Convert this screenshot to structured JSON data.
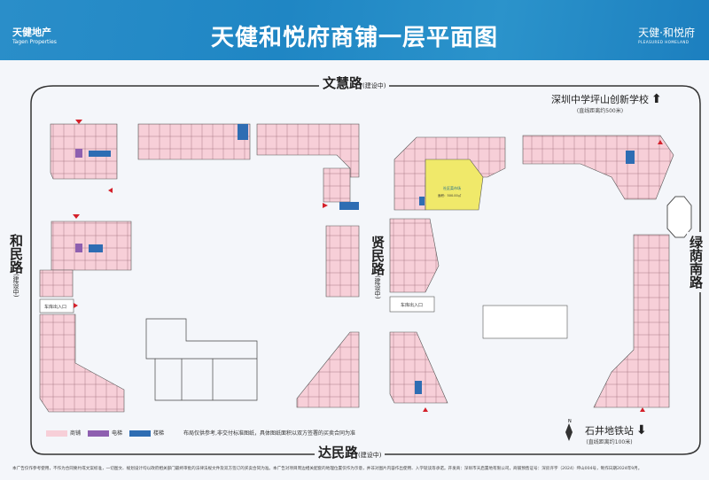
{
  "header": {
    "title": "天健和悦府商铺一层平面图",
    "logo_left": "天健地产",
    "logo_left_en": "Tagen Properties",
    "logo_right": "天健·和悦府",
    "logo_right_en": "PLEASURED HOMELAND"
  },
  "roads": {
    "north": "文慧路",
    "north_note": "(建设中)",
    "west": "和民路",
    "west_note": "(建设中)",
    "middle": "贤民路",
    "middle_note": "(建设中)",
    "east": "绿荫南路",
    "south": "达民路",
    "south_note": "(建设中)"
  },
  "landmarks": {
    "school": "深圳中学坪山创新学校",
    "school_note": "(直线距离约500米)",
    "metro": "石井地铁站",
    "metro_note": "(直线距离约100米)",
    "arrow_up": "⬆",
    "arrow_down": "⬇"
  },
  "plan": {
    "market_label": "社区菜市场",
    "market_area": "面积：500.00㎡",
    "parking_entry_left": "车库出入口",
    "parking_entry_right": "车库出入口",
    "compass": "N"
  },
  "legend": {
    "items": [
      {
        "label": "商铺",
        "color": "#f7cfd8"
      },
      {
        "label": "电梯",
        "color": "#8e5fb0"
      },
      {
        "label": "楼梯",
        "color": "#2e6db3"
      }
    ],
    "note": "布局仅供参考,非交付标准图纸，具体图纸面积以双方签署的买卖合同为准"
  },
  "colors": {
    "shop": "#f7cfd8",
    "elevator": "#8e5fb0",
    "stair": "#2e6db3",
    "market": "#f0e96a",
    "header": "#2389c6"
  },
  "footer": "本广告仅作参考使用，不作为合同要约或文案标准，一切图文、规划设计均以政府相关部门最终审批的法律法规文件及双方签订的买卖合同为准。本广告对项目周边相关配套的地理位置仅作为示意，并非对图片内容作出使用、入学就读等承诺。开发商：深圳市天启置地有限公司，商铺预售证号：深房许字（2024）坪山004号，制作日期2024年9月。"
}
